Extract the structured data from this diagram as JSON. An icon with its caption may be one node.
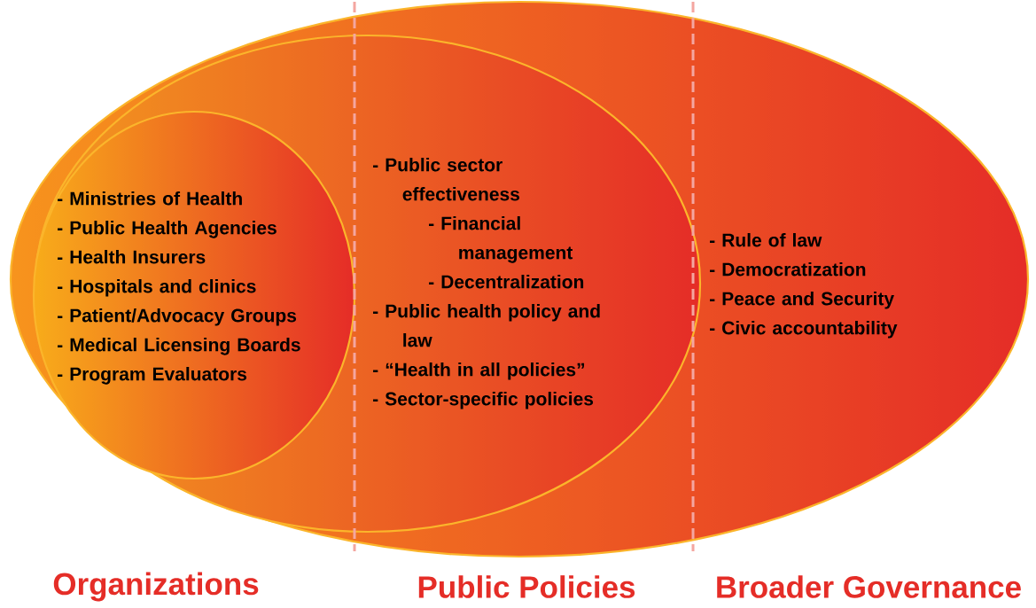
{
  "diagram": {
    "nodes": [
      {
        "text": [
          "- Rule of law",
          "- Democratization",
          "- Peace and Security",
          "- Civic accountability",
          "Broader Governance"
        ]
      },
      {
        "text": [
          "- Public sector effectiveness",
          "- Financial management",
          "- Decentralization",
          "- Public health policy and law",
          "- “Health in all policies”",
          "- Sector-specific policies",
          "Public Policies"
        ],
        "in": 0
      },
      {
        "text": [
          "- Ministries of Health",
          "- Public Health Agencies",
          "- Health Insurers",
          "- Hospitals and clinics",
          "- Patient/Advocacy Groups",
          "- Medical Licensing Boards",
          "- Program Evaluators",
          "Organizations"
        ],
        "in": 1
      }
    ]
  }
}
